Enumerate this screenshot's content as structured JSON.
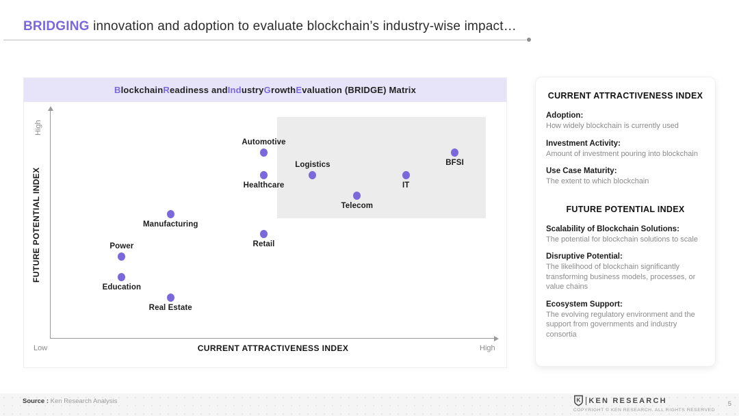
{
  "colors": {
    "accent": "#7A67E0",
    "dot": "#7B68DB",
    "title_bar_bg": "#E7E3F8",
    "quadrant_bg": "#ECECEC"
  },
  "header": {
    "title_segments": [
      {
        "text": "BRIDGING",
        "accent": true
      },
      {
        "text": " innovation and adoption to evaluate blockchain’s industry-wise impact…",
        "accent": false
      }
    ]
  },
  "chart_card": {
    "title_segments": [
      {
        "text": "B",
        "accent": true
      },
      {
        "text": "lockchain ",
        "accent": false
      },
      {
        "text": "R",
        "accent": true
      },
      {
        "text": "eadiness and ",
        "accent": false
      },
      {
        "text": "Ind",
        "accent": true
      },
      {
        "text": "ustry ",
        "accent": false
      },
      {
        "text": "G",
        "accent": true
      },
      {
        "text": "rowth ",
        "accent": false
      },
      {
        "text": "E",
        "accent": true
      },
      {
        "text": "valuation (BRIDGE) Matrix",
        "accent": false
      }
    ]
  },
  "chart_data": {
    "type": "scatter",
    "title": "Blockchain Readiness and Industry Growth Evaluation (BRIDGE) Matrix",
    "xlabel": "CURRENT ATTRACTIVENESS INDEX",
    "ylabel": "FUTURE POTENTIAL INDEX",
    "x_min_label": "Low",
    "x_max_label": "High",
    "y_max_label": "High",
    "xlim": [
      0,
      100
    ],
    "ylim": [
      0,
      100
    ],
    "grid": false,
    "legend": false,
    "highlight_region": {
      "x_min": 51,
      "x_max": 98,
      "y_min": 53,
      "y_max": 98
    },
    "points": [
      {
        "label": "Automotive",
        "x": 48,
        "y": 82,
        "label_position": "above"
      },
      {
        "label": "Logistics",
        "x": 59,
        "y": 72,
        "label_position": "above"
      },
      {
        "label": "Healthcare",
        "x": 48,
        "y": 72,
        "label_position": "below"
      },
      {
        "label": "Telecom",
        "x": 69,
        "y": 63,
        "label_position": "below"
      },
      {
        "label": "IT",
        "x": 80,
        "y": 72,
        "label_position": "below"
      },
      {
        "label": "BFSI",
        "x": 91,
        "y": 82,
        "label_position": "below"
      },
      {
        "label": "Manufacturing",
        "x": 27,
        "y": 55,
        "label_position": "below"
      },
      {
        "label": "Retail",
        "x": 48,
        "y": 46,
        "label_position": "below"
      },
      {
        "label": "Power",
        "x": 16,
        "y": 36,
        "label_position": "above"
      },
      {
        "label": "Education",
        "x": 16,
        "y": 27,
        "label_position": "below"
      },
      {
        "label": "Real Estate",
        "x": 27,
        "y": 18,
        "label_position": "below"
      }
    ]
  },
  "info_panel": {
    "sections": [
      {
        "heading": "CURRENT ATTRACTIVENESS INDEX",
        "items": [
          {
            "term": "Adoption:",
            "desc": "How widely blockchain is currently used"
          },
          {
            "term": "Investment Activity:",
            "desc": "Amount of investment pouring into blockchain"
          },
          {
            "term": "Use Case Maturity:",
            "desc": "The extent to which blockchain"
          }
        ]
      },
      {
        "heading": "FUTURE POTENTIAL INDEX",
        "items": [
          {
            "term": "Scalability of Blockchain Solutions:",
            "desc": "The potential for blockchain solutions to scale"
          },
          {
            "term": "Disruptive Potential:",
            "desc": "The likelihood of blockchain significantly transforming business models, processes, or value chains"
          },
          {
            "term": "Ecosystem Support:",
            "desc": "The evolving regulatory environment and the support from governments and industry consortia"
          }
        ]
      }
    ]
  },
  "footer": {
    "source_label": "Source :",
    "source_text": "Ken Research Analysis",
    "logo_letter": "K",
    "logo_text": "KEN RESEARCH",
    "copyright": "COPYRIGHT © KEN RESEARCH. ALL RIGHTS RESERVED",
    "page_number": "5"
  }
}
